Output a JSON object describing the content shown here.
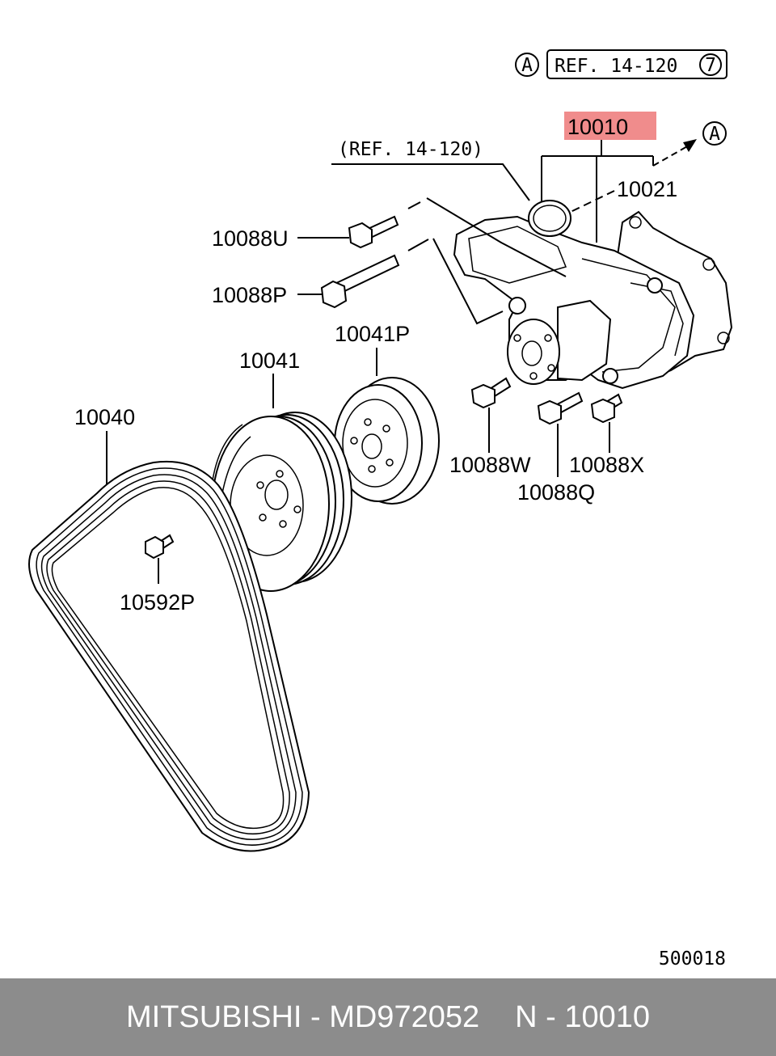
{
  "header": {
    "ref_circle": "A",
    "ref_text": "REF. 14-120",
    "ref_num": "7"
  },
  "callouts": {
    "highlight": "10010",
    "arrow_ref": "A",
    "ref_label": "(REF. 14-120)",
    "p10021": "10021",
    "p10088U": "10088U",
    "p10088P": "10088P",
    "p10041P": "10041P",
    "p10041": "10041",
    "p10040": "10040",
    "p10088W": "10088W",
    "p10088X": "10088X",
    "p10088Q": "10088Q",
    "p10592P": "10592P"
  },
  "diagram_code": "500018",
  "footer": {
    "brand_part": "MITSUBISHI - MD972052",
    "ref_part": "N - 10010"
  },
  "colors": {
    "highlight": "#f08c8c",
    "footer_bg": "#8c8c8c",
    "footer_text": "#ffffff"
  }
}
